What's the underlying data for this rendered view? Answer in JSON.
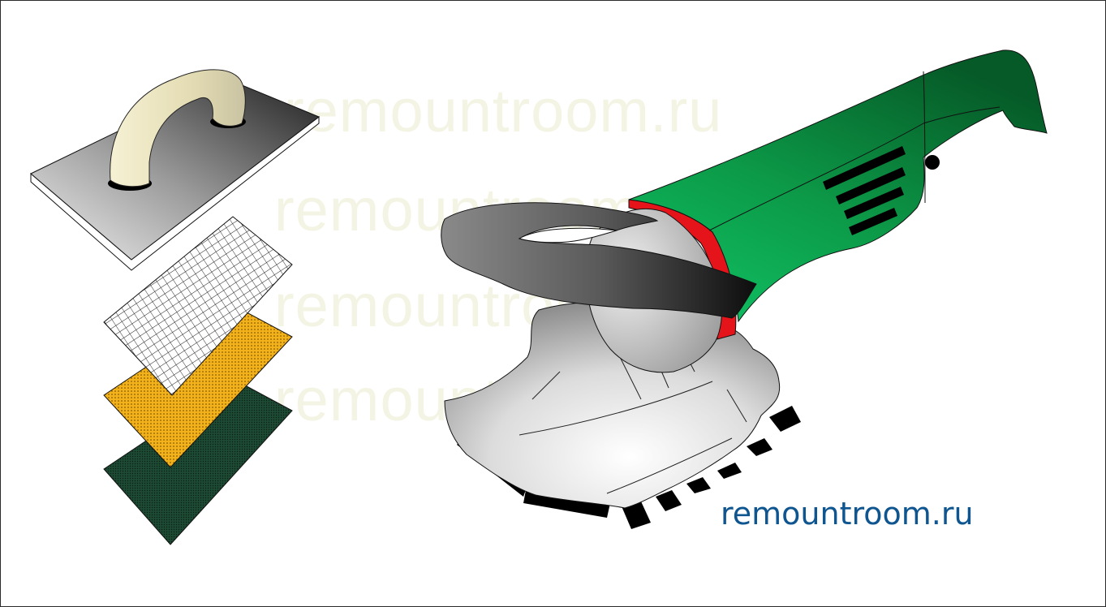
{
  "image": {
    "caption": "remountroom.ru",
    "watermark_lines": [
      "remountroom.ru",
      "remountroom.ru",
      "remountroom.ru",
      "remountroom.ru"
    ],
    "colors": {
      "tool_body": "#0c9a48",
      "tool_ring": "#e5141b",
      "mesh_layer": "#ffffff",
      "abrasive_layer": "#f3b21a",
      "backing_layer": "#1d4a33",
      "caption_text": "#0f5590",
      "watermark_text": "#f4f4e4"
    }
  }
}
